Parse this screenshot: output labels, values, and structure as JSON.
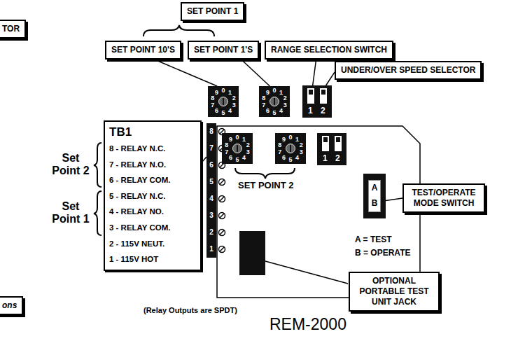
{
  "diagram": {
    "nodes": [
      {
        "text": [
          "TOR"
        ]
      },
      {
        "text": [
          "SET POINT 1"
        ]
      },
      {
        "text": [
          "SET POINT 10'S"
        ]
      },
      {
        "text": [
          "SET POINT 1'S"
        ]
      },
      {
        "text": [
          "RANGE SELECTION SWITCH"
        ]
      },
      {
        "text": [
          "UNDER/OVER SPEED SELECTOR"
        ]
      },
      {
        "text": [
          "0",
          "1",
          "2",
          "3",
          "4",
          "5",
          "6",
          "7",
          "8",
          "9"
        ]
      },
      {
        "text": [
          "0",
          "1",
          "2",
          "3",
          "4",
          "5",
          "6",
          "7",
          "8",
          "9"
        ]
      },
      {
        "text": [
          "1",
          "2"
        ]
      },
      {
        "text": [
          "TB1",
          "8 - RELAY N.C.",
          "7 - RELAY N.O.",
          "6 - RELAY COM.",
          "5 - RELAY N.C.",
          "4 - RELAY NO.",
          "3 - RELAY COM.",
          "2 - 115V NEUT.",
          "1 - 115V HOT"
        ]
      },
      {
        "text": [
          "8",
          "7",
          "6",
          "5",
          "4",
          "3",
          "2",
          "1"
        ]
      },
      {
        "text": [
          "0",
          "1",
          "2",
          "3",
          "4",
          "5",
          "6",
          "7",
          "8",
          "9"
        ]
      },
      {
        "text": [
          "0",
          "1",
          "2",
          "3",
          "4",
          "5",
          "6",
          "7",
          "8",
          "9"
        ]
      },
      {
        "text": [
          "1",
          "2"
        ]
      },
      {
        "text": [
          "A",
          "B"
        ]
      },
      {
        "text": [
          "TEST/OPERATE MODE SWITCH"
        ]
      },
      {
        "text": [
          "OPTIONAL PORTABLE TEST UNIT JACK"
        ]
      },
      {
        "text": [
          "ons"
        ]
      }
    ],
    "edges": [
      {
        "from": 2,
        "to": 6,
        "arrow": "none"
      },
      {
        "from": 3,
        "to": 7,
        "arrow": "none"
      },
      {
        "from": 4,
        "to": 8,
        "arrow": "none"
      },
      {
        "from": 5,
        "to": 8,
        "arrow": "none"
      },
      {
        "from": 9,
        "to": 10,
        "arrow": "none"
      },
      {
        "from": 15,
        "to": 14,
        "arrow": "none"
      }
    ],
    "labels": [
      "SET POINT 2",
      "A = TEST",
      "B = OPERATE",
      "REM-2000",
      "(Relay Outputs are SPDT)",
      "Set Point 2",
      "Set Point 1"
    ]
  }
}
